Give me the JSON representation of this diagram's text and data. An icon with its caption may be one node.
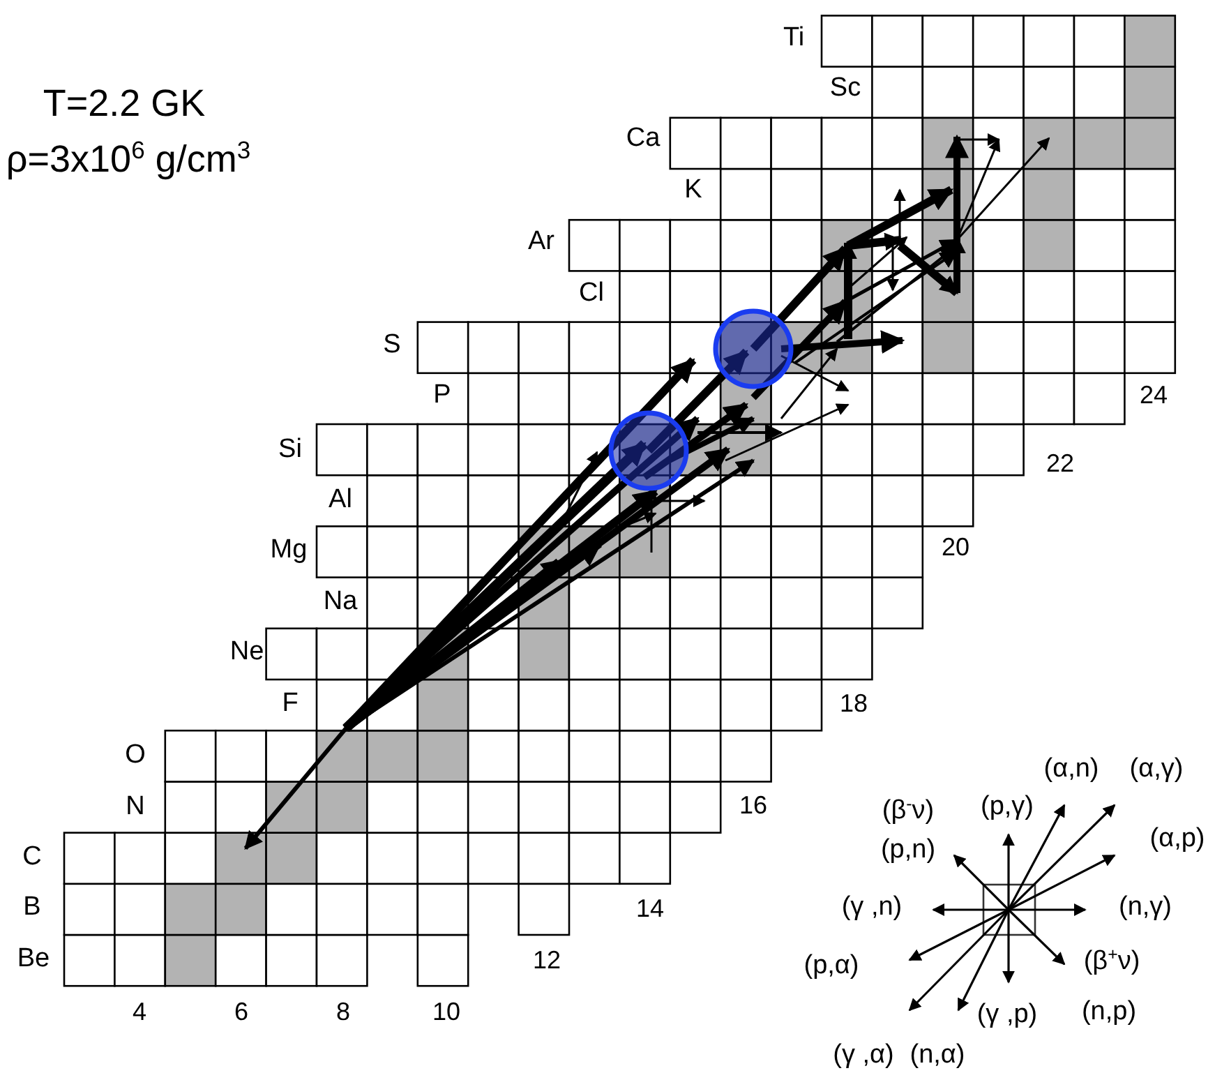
{
  "diagram": {
    "labels": [
      "T=2.2 GK",
      "ρ=3x10$^{6}$ g/cm$^{3}$",
      "Ti",
      "Sc",
      "Ca",
      "K",
      "Ar",
      "Cl",
      "S",
      "24",
      "P",
      "Si",
      "22",
      "Al",
      "Mg",
      "20",
      "Na",
      "Ne",
      "F",
      "18",
      "O",
      "16",
      "N",
      "C",
      "14",
      "B",
      "12",
      "Be",
      "4",
      "6",
      "8",
      "10",
      "(α,n)",
      "(α,γ)",
      "(β$^{-}$ν)",
      "(p,γ)",
      "(p,n)",
      "(α,p)",
      "(γ ,n)",
      "(n,γ)",
      "(β$^{+}$ν)",
      "(p,α)",
      "(n,p)",
      "(γ ,p)",
      "(γ ,α)",
      "(n,α)"
    ]
  }
}
